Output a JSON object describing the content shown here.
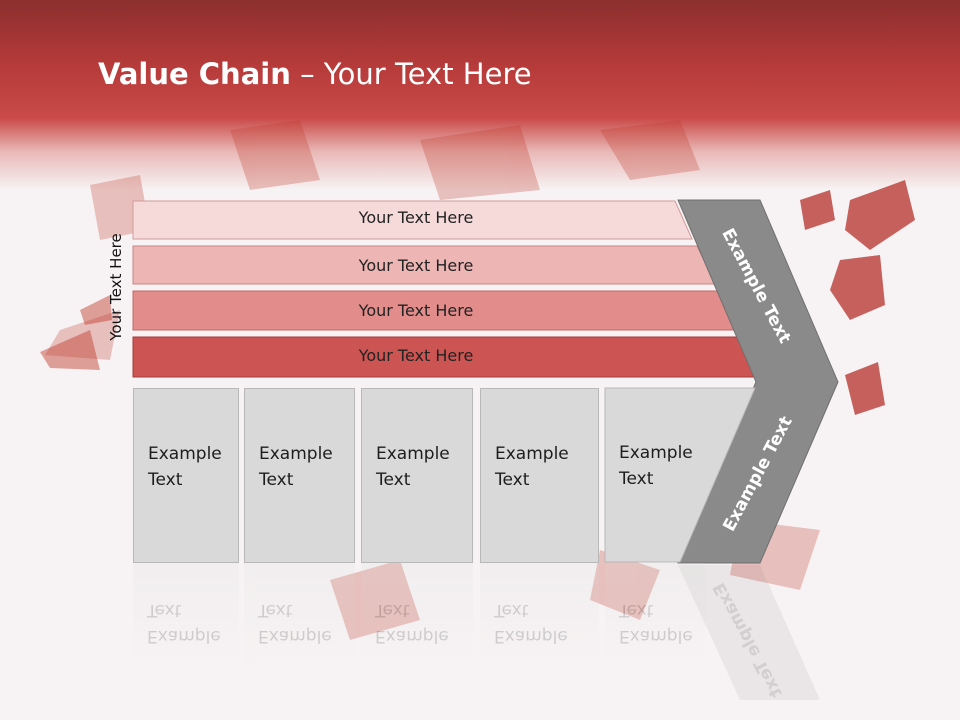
{
  "slide": {
    "title_bold": "Value Chain",
    "title_rest": " – Your Text Here",
    "side_label": "Your Text Here"
  },
  "rows": [
    {
      "label": "Your Text Here",
      "color": "#f6dada"
    },
    {
      "label": "Your Text Here",
      "color": "#edb5b4"
    },
    {
      "label": "Your Text Here",
      "color": "#e28d8b"
    },
    {
      "label": "Your Text Here",
      "color": "#cc5452"
    }
  ],
  "boxes": [
    {
      "line1": "Example",
      "line2": "Text"
    },
    {
      "line1": "Example",
      "line2": "Text"
    },
    {
      "line1": "Example",
      "line2": "Text"
    },
    {
      "line1": "Example",
      "line2": "Text"
    },
    {
      "line1": "Example",
      "line2": "Text"
    }
  ],
  "chevron": {
    "upper_text": "Example Text",
    "lower_text": "Example Text",
    "color": "#8a8a8a"
  },
  "colors": {
    "header": "#c0403f",
    "box_fill": "#d9d9d9",
    "shard": "#c0392b"
  }
}
